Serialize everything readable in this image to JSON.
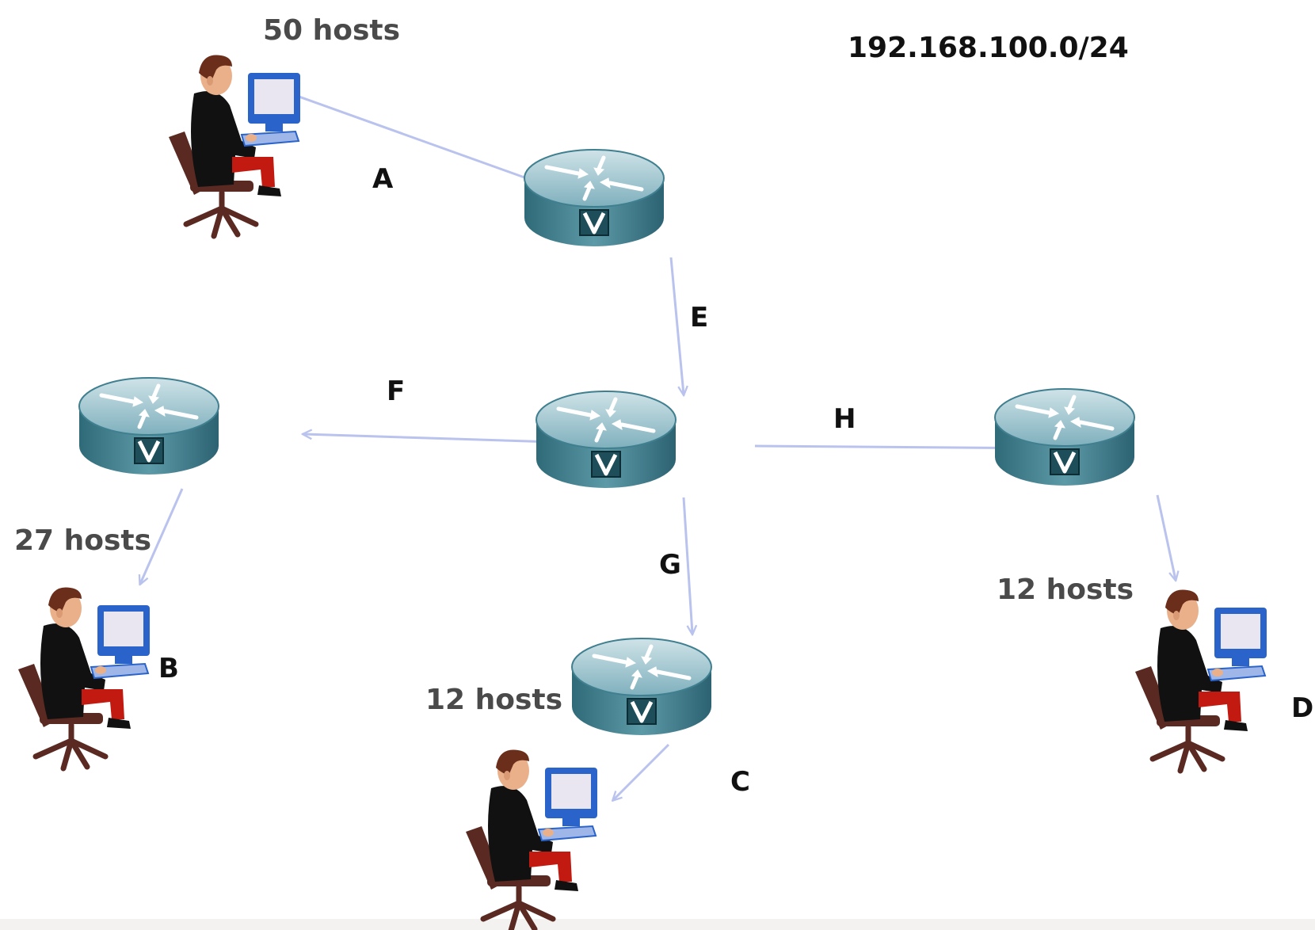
{
  "network": "192.168.100.0/24",
  "host_counts": {
    "a": "50 hosts",
    "b": "27 hosts",
    "c": "12 hosts",
    "d": "12 hosts"
  },
  "link_labels": {
    "a": "A",
    "b": "B",
    "c": "C",
    "d": "D",
    "e": "E",
    "f": "F",
    "g": "G",
    "h": "H"
  },
  "router_glyph": "V",
  "icons": {
    "router": "router-icon",
    "workstation": "user-at-computer-icon"
  },
  "colors": {
    "router_top": "#a9cdd6",
    "router_body": "#3f7f8f",
    "link": "#b9c3ee",
    "label": "#111111",
    "host_label": "#4a4a4a",
    "jacket": "#111111",
    "pants": "#c21a10",
    "chair": "#5a2a22",
    "screen": "#2a63c9"
  }
}
